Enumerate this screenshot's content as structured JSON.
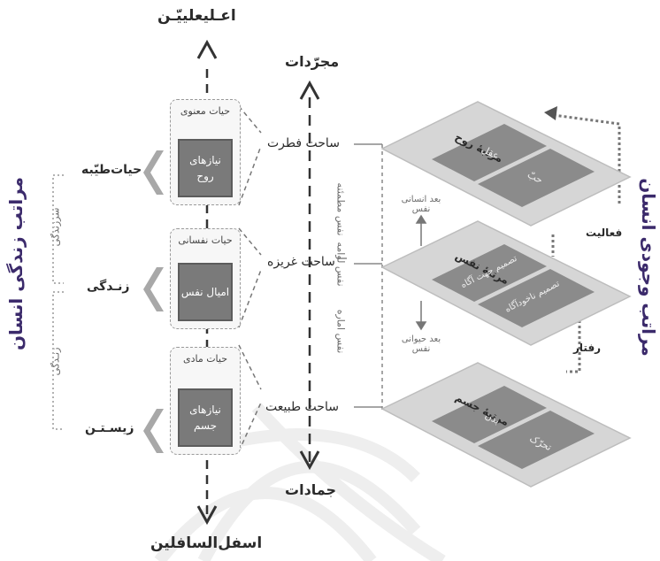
{
  "top_left": {
    "title": "اعـلیعلییّـن"
  },
  "bottom_left": {
    "title": "اسفل‌السافلین"
  },
  "axis": {
    "top": "مجرّدات",
    "bottom": "جمادات"
  },
  "left_title": "مراتب زندگی انسان",
  "right_title": "مراتب وجودی انسان",
  "cards": [
    {
      "title": "حیات معنوی",
      "inner": "نیازهای روح"
    },
    {
      "title": "حیات نفسانی",
      "inner": "امیال نفس"
    },
    {
      "title": "حیات مادی",
      "inner": "نیازهای جسم"
    }
  ],
  "levels": [
    {
      "side_label": "حیات‌طیّبه"
    },
    {
      "side_label": "زنـدگی"
    },
    {
      "side_label": "زیسـتـن"
    }
  ],
  "side_connectors": {
    "upper": "سرزندگی",
    "lower": "زنـدگی"
  },
  "realms": [
    {
      "label": "ساحت فطرت"
    },
    {
      "label": "ساحت غریزه"
    },
    {
      "label": "ساحت طبیعت"
    }
  ],
  "nafs": {
    "upper": "نفس مطمئنه",
    "middle": "نفس لوامه",
    "lower": "نفس اماره"
  },
  "planes": [
    {
      "title": "مرتبۀ روح",
      "rows": [
        "عقل",
        "حبّ"
      ]
    },
    {
      "title": "مرتبۀ نفس",
      "rows": [
        "تصمیم جهت آگاه",
        "تصمیم ناخودآگاه"
      ]
    },
    {
      "title": "مرتبۀ جسم",
      "rows": [
        "بدن",
        "تحرّک"
      ]
    }
  ],
  "dimensions": {
    "human": "بعد انسانی نفس",
    "animal": "بعد حیوانی نفس"
  },
  "right_labels": {
    "activity": "فعالیت",
    "behavior": "رفتار"
  }
}
